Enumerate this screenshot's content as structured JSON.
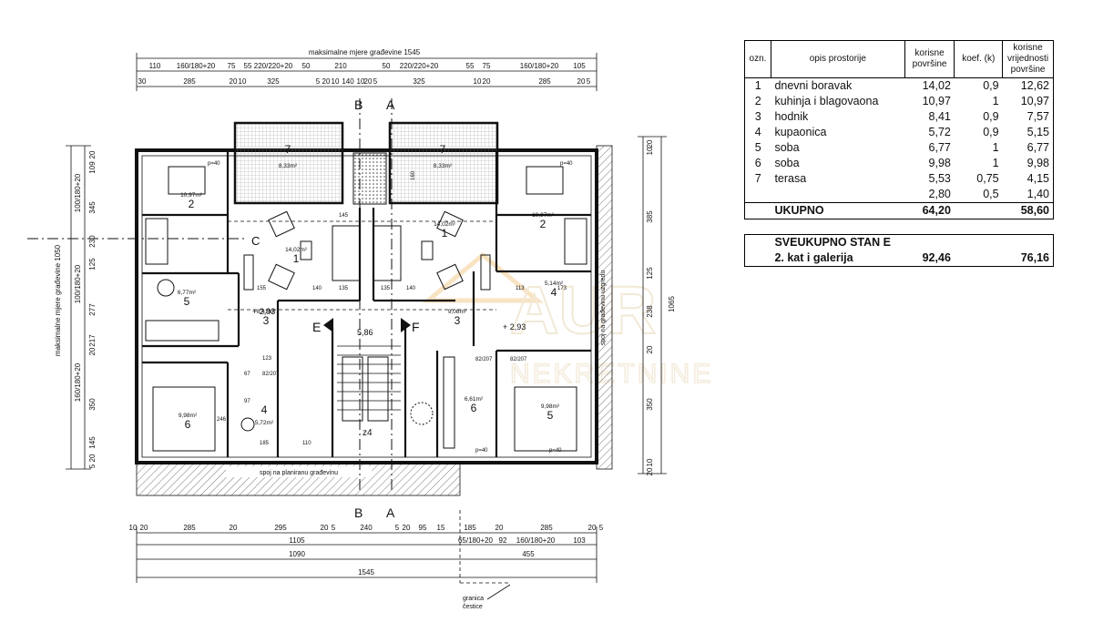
{
  "plan": {
    "title_top": "maksimalne mjere građevine 1545",
    "title_left": "maksimalne mjere građevine 1050",
    "right_label": "spoj na građevinu uzgredu",
    "bottom_label": "spoj na planiranu građevinu",
    "granica_1": "granica",
    "granica_2": "čestice",
    "dims_top1": [
      "110",
      "160/180+20",
      "75",
      "55",
      "220/220+20",
      "50",
      "210",
      "50",
      "220/220+20",
      "55",
      "75",
      "160/180+20",
      "105"
    ],
    "dims_top2": [
      "30",
      "285",
      "20",
      "10",
      "325",
      "5",
      "20",
      "10",
      "140",
      "10",
      "20",
      "5",
      "325",
      "10",
      "20",
      "285",
      "20",
      "5"
    ],
    "dims_bottom1": [
      "10",
      "20",
      "285",
      "20",
      "295",
      "20",
      "5",
      "240",
      "5",
      "20",
      "95",
      "15",
      "185",
      "20",
      "285",
      "20",
      "5"
    ],
    "dims_bottom2": [
      "1105",
      "65/180+20",
      "92",
      "160/180+20",
      "103"
    ],
    "dims_bottom3": [
      "1090",
      "455"
    ],
    "dims_bottom4": "1545",
    "dims_left": [
      "20",
      "109",
      "100/180+20",
      "345",
      "230",
      "125",
      "100/180+20",
      "277",
      "217",
      "20",
      "160/180+20",
      "350",
      "145",
      "5",
      "20"
    ],
    "dims_right": [
      "20",
      "10",
      "385",
      "125",
      "238",
      "20",
      "350",
      "10",
      "20"
    ],
    "dim_right_total": "1065",
    "sections": {
      "B": "B",
      "A": "A",
      "C": "C",
      "E": "E",
      "F": "F"
    },
    "elev_1": "+ 2,93",
    "elev_2": "+ 2,93",
    "elev_3": "5,86",
    "stair_label": "z4",
    "rooms": [
      {
        "num": "7",
        "area": "8,33m²"
      },
      {
        "num": "7",
        "area": "8,33m²"
      },
      {
        "num": "2",
        "area": "10,97m²"
      },
      {
        "num": "2",
        "area": "10,97m²"
      },
      {
        "num": "1",
        "area": "14,02m²"
      },
      {
        "num": "1",
        "area": "14,02m²"
      },
      {
        "num": "5",
        "area": "6,77m²"
      },
      {
        "num": "4",
        "area": "5,14m²"
      },
      {
        "num": "3",
        "area": "8,41m²"
      },
      {
        "num": "3",
        "area": "9,08m²"
      },
      {
        "num": "6",
        "area": "9,98m²"
      },
      {
        "num": "4",
        "area": "5,72m²"
      },
      {
        "num": "6",
        "area": "6,61m²"
      },
      {
        "num": "5",
        "area": "9,98m²"
      }
    ],
    "small": {
      "p40": "p=40",
      "d145": "145",
      "d140": "140",
      "d155": "155",
      "d135": "135",
      "d113": "113",
      "d173": "173",
      "d82": "82/207",
      "d67": "67",
      "d123": "123",
      "d97": "97",
      "d246": "246",
      "d110": "110",
      "d185": "185",
      "d160": "160"
    },
    "watermark_1": "AUR",
    "watermark_2": "NEKRETNINE"
  },
  "table": {
    "headers": [
      "ozn.",
      "opis prostorije",
      "korisne površine",
      "koef. (k)",
      "korisne vrijednosti površine"
    ],
    "rows": [
      {
        "ozn": "1",
        "opis": "dnevni boravak",
        "povrsina": "14,02",
        "koef": "0,9",
        "vrijednost": "12,62"
      },
      {
        "ozn": "2",
        "opis": "kuhinja i blagovaona",
        "povrsina": "10,97",
        "koef": "1",
        "vrijednost": "10,97"
      },
      {
        "ozn": "3",
        "opis": "hodnik",
        "povrsina": "8,41",
        "koef": "0,9",
        "vrijednost": "7,57"
      },
      {
        "ozn": "4",
        "opis": "kupaonica",
        "povrsina": "5,72",
        "koef": "0,9",
        "vrijednost": "5,15"
      },
      {
        "ozn": "5",
        "opis": "soba",
        "povrsina": "6,77",
        "koef": "1",
        "vrijednost": "6,77"
      },
      {
        "ozn": "6",
        "opis": "soba",
        "povrsina": "9,98",
        "koef": "1",
        "vrijednost": "9,98"
      },
      {
        "ozn": "7",
        "opis": "terasa",
        "povrsina": "5,53",
        "koef": "0,75",
        "vrijednost": "4,15"
      },
      {
        "ozn": "",
        "opis": "",
        "povrsina": "2,80",
        "koef": "0,5",
        "vrijednost": "1,40"
      }
    ],
    "total": {
      "label": "UKUPNO",
      "povrsina": "64,20",
      "vrijednost": "58,60"
    },
    "grand": {
      "line1": "SVEUKUPNO STAN E",
      "line2": "2. kat i galerija",
      "povrsina": "92,46",
      "vrijednost": "76,16"
    }
  }
}
